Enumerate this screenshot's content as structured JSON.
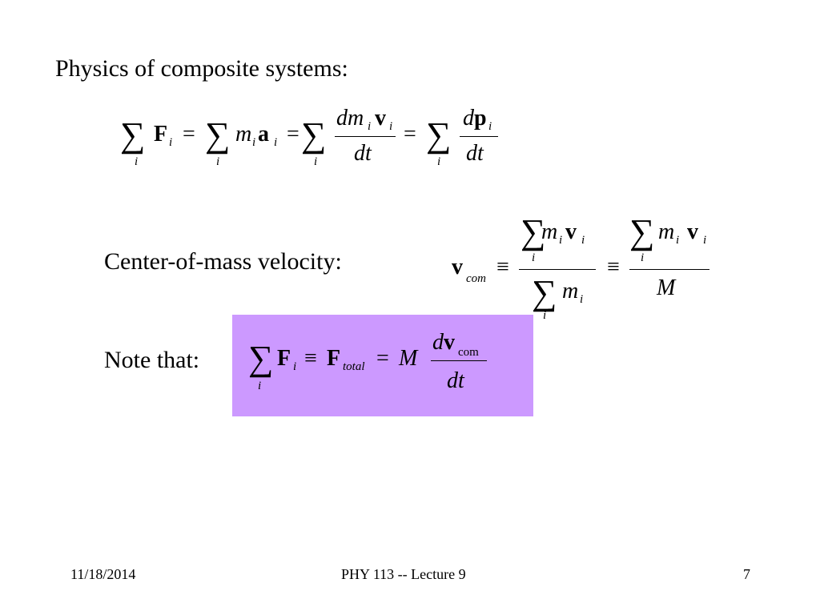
{
  "slide": {
    "heading": "Physics of composite systems:",
    "com_label": "Center-of-mass velocity:",
    "note_label": "Note that:",
    "highlight_color": "#cc99ff"
  },
  "math": {
    "sum_index": "i",
    "subscript_i": "i",
    "sub_com": "com",
    "sub_total": "total",
    "sub_com_upright": "com",
    "sym_F": "F",
    "sym_m": "m",
    "sym_a": "a",
    "sym_v": "v",
    "sym_p": "p",
    "sym_d": "d",
    "sym_dm": "dm",
    "sym_dt": "dt",
    "sym_M": "M",
    "eq": "=",
    "equiv": "≡",
    "sigma": "∑"
  },
  "footer": {
    "date": "11/18/2014",
    "title": "PHY 113 -- Lecture 9",
    "page": "7"
  }
}
